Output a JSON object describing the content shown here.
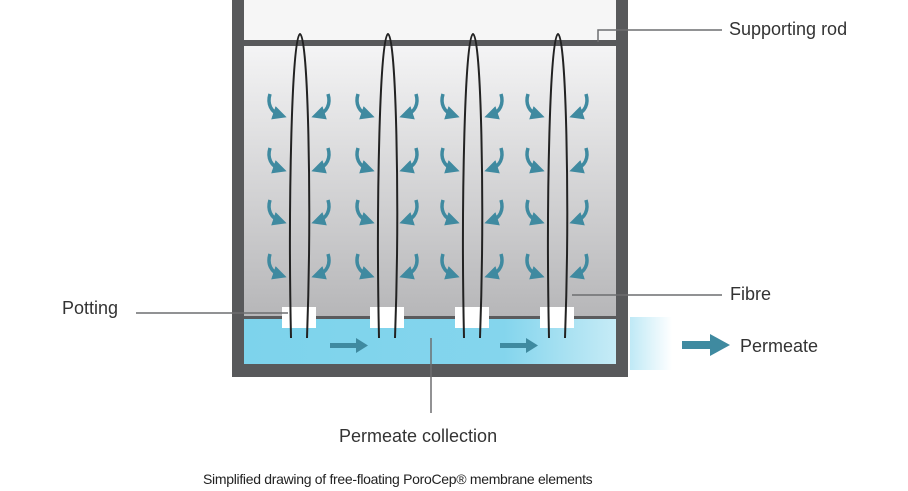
{
  "labels": {
    "supporting_rod": "Supporting rod",
    "fibre": "Fibre",
    "potting": "Potting",
    "permeate": "Permeate",
    "permeate_collection": "Permeate collection"
  },
  "caption": "Simplified drawing of free-floating PoroCep® membrane elements",
  "colors": {
    "wall": "#58595b",
    "water": "#7dd3ec",
    "arrow": "#3f8aa0",
    "fibre": "#222222"
  }
}
